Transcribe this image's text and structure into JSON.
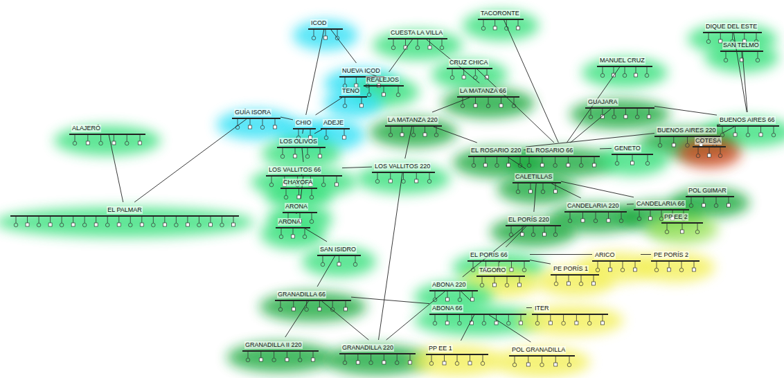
{
  "diagram": {
    "nodes": [
      {
        "text": [
          "ICOD"
        ]
      },
      {
        "text": [
          "TACORONTE"
        ]
      },
      {
        "text": [
          "CUESTA LA VILLA"
        ]
      },
      {
        "text": [
          "DIQUE DEL ESTE"
        ]
      },
      {
        "text": [
          "SAN TELMO"
        ]
      },
      {
        "text": [
          "MANUEL CRUZ"
        ]
      },
      {
        "text": [
          "CRUZ CHICA"
        ]
      },
      {
        "text": [
          "NUEVA ICOD"
        ]
      },
      {
        "text": [
          "REALEJOS"
        ]
      },
      {
        "text": [
          "TENO"
        ]
      },
      {
        "text": [
          "LA MATANZA 66"
        ]
      },
      {
        "text": [
          "GUAJARA"
        ]
      },
      {
        "text": [
          "GUÍA ISORA"
        ]
      },
      {
        "text": [
          "CHIO"
        ]
      },
      {
        "text": [
          "ADEJE"
        ]
      },
      {
        "text": [
          "LA MATANZA 220"
        ]
      },
      {
        "text": [
          "BUENOS AIRES 66"
        ]
      },
      {
        "text": [
          "BUENOS AIRES 220"
        ]
      },
      {
        "text": [
          "ALAJERÓ"
        ]
      },
      {
        "text": [
          "EL ROSARIO 220"
        ]
      },
      {
        "text": [
          "EL ROSARIO 66"
        ]
      },
      {
        "text": [
          "GENETO"
        ]
      },
      {
        "text": [
          "COTESA"
        ]
      },
      {
        "text": [
          "LOS OLIVOS"
        ]
      },
      {
        "text": [
          "LOS VALLITOS 220"
        ]
      },
      {
        "text": [
          "LOS VALLITOS 66"
        ]
      },
      {
        "text": [
          "CALETILLAS"
        ]
      },
      {
        "text": [
          "CHAYOFA"
        ]
      },
      {
        "text": [
          "POL GüIMAR"
        ]
      },
      {
        "text": [
          "EL PALMAR"
        ]
      },
      {
        "text": [
          "CANDELARIA 220"
        ]
      },
      {
        "text": [
          "CANDELARIA 66"
        ]
      },
      {
        "text": [
          "ARONA"
        ]
      },
      {
        "text": [
          "PP EE 2"
        ]
      },
      {
        "text": [
          "EL PORÍS 220"
        ]
      },
      {
        "text": [
          "ARONA"
        ]
      },
      {
        "text": [
          "SAN ISIDRO"
        ]
      },
      {
        "text": [
          "EL PORÍS 66"
        ]
      },
      {
        "text": [
          "ARICO"
        ]
      },
      {
        "text": [
          "PE PORÍS 2"
        ]
      },
      {
        "text": [
          "TAGORO"
        ]
      },
      {
        "text": [
          "PE PORÍS 1"
        ]
      },
      {
        "text": [
          "ABONA 220"
        ]
      },
      {
        "text": [
          "GRANADILLA 66"
        ]
      },
      {
        "text": [
          "ABONA 66"
        ]
      },
      {
        "text": [
          "ITER"
        ]
      },
      {
        "text": [
          "GRANADILLA II 220"
        ]
      },
      {
        "text": [
          "GRANADILLA 220"
        ]
      },
      {
        "text": [
          "PP EE 1"
        ]
      },
      {
        "text": [
          "POL GRANADILLA"
        ]
      }
    ],
    "edges": [
      {
        "from": 0,
        "to": 7,
        "arrow": "none"
      },
      {
        "from": 0,
        "to": 13,
        "arrow": "none"
      },
      {
        "from": 7,
        "to": 8,
        "arrow": "none"
      },
      {
        "from": 8,
        "to": 2,
        "arrow": "none"
      },
      {
        "from": 2,
        "to": 10,
        "arrow": "none"
      },
      {
        "from": 1,
        "to": 20,
        "arrow": "none"
      },
      {
        "from": 6,
        "to": 20,
        "arrow": "none"
      },
      {
        "from": 5,
        "to": 20,
        "arrow": "none"
      },
      {
        "from": 3,
        "to": 16,
        "arrow": "none"
      },
      {
        "from": 4,
        "to": 16,
        "arrow": "none"
      },
      {
        "from": 11,
        "to": 20,
        "arrow": "none"
      },
      {
        "from": 11,
        "to": 16,
        "arrow": "none"
      },
      {
        "from": 21,
        "to": 20,
        "arrow": "none"
      },
      {
        "from": 22,
        "to": 16,
        "arrow": "none"
      },
      {
        "from": 17,
        "to": 16,
        "arrow": "none"
      },
      {
        "from": 15,
        "to": 19,
        "arrow": "none"
      },
      {
        "from": 15,
        "to": 24,
        "arrow": "none"
      },
      {
        "from": 10,
        "to": 15,
        "arrow": "none"
      },
      {
        "from": 9,
        "to": 13,
        "arrow": "none"
      },
      {
        "from": 12,
        "to": 13,
        "arrow": "none"
      },
      {
        "from": 13,
        "to": 23,
        "arrow": "none"
      },
      {
        "from": 14,
        "to": 23,
        "arrow": "none"
      },
      {
        "from": 23,
        "to": 25,
        "arrow": "none"
      },
      {
        "from": 18,
        "to": 29,
        "arrow": "none"
      },
      {
        "from": 29,
        "to": 12,
        "arrow": "none"
      },
      {
        "from": 25,
        "to": 24,
        "arrow": "none"
      },
      {
        "from": 25,
        "to": 27,
        "arrow": "none"
      },
      {
        "from": 25,
        "to": 32,
        "arrow": "none"
      },
      {
        "from": 32,
        "to": 35,
        "arrow": "none"
      },
      {
        "from": 35,
        "to": 36,
        "arrow": "none"
      },
      {
        "from": 36,
        "to": 43,
        "arrow": "none"
      },
      {
        "from": 43,
        "to": 46,
        "arrow": "none"
      },
      {
        "from": 43,
        "to": 47,
        "arrow": "none"
      },
      {
        "from": 47,
        "to": 24,
        "arrow": "none"
      },
      {
        "from": 47,
        "to": 42,
        "arrow": "none"
      },
      {
        "from": 42,
        "to": 34,
        "arrow": "none"
      },
      {
        "from": 34,
        "to": 26,
        "arrow": "none"
      },
      {
        "from": 26,
        "to": 19,
        "arrow": "none"
      },
      {
        "from": 26,
        "to": 31,
        "arrow": "none"
      },
      {
        "from": 30,
        "to": 31,
        "arrow": "none"
      },
      {
        "from": 31,
        "to": 28,
        "arrow": "none"
      },
      {
        "from": 31,
        "to": 33,
        "arrow": "none"
      },
      {
        "from": 34,
        "to": 37,
        "arrow": "none"
      },
      {
        "from": 37,
        "to": 38,
        "arrow": "none"
      },
      {
        "from": 38,
        "to": 39,
        "arrow": "none"
      },
      {
        "from": 37,
        "to": 41,
        "arrow": "none"
      },
      {
        "from": 37,
        "to": 40,
        "arrow": "none"
      },
      {
        "from": 42,
        "to": 44,
        "arrow": "none"
      },
      {
        "from": 44,
        "to": 45,
        "arrow": "none"
      },
      {
        "from": 44,
        "to": 48,
        "arrow": "none"
      },
      {
        "from": 44,
        "to": 49,
        "arrow": "none"
      },
      {
        "from": 43,
        "to": 44,
        "arrow": "none"
      },
      {
        "from": 19,
        "to": 20,
        "arrow": "none"
      },
      {
        "from": 17,
        "to": 19,
        "arrow": "none"
      },
      {
        "from": 26,
        "to": 30,
        "arrow": "none"
      }
    ]
  }
}
